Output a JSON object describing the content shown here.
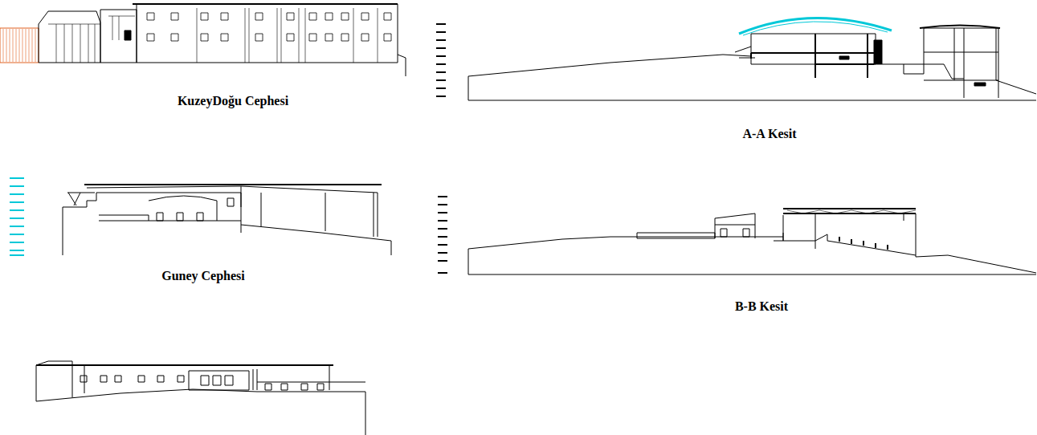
{
  "diagram": {
    "labels": [
      "KuzeyDoğu Cephesi",
      "A-A Kesit",
      "Guney Cephesi",
      "B-B Kesit"
    ]
  }
}
